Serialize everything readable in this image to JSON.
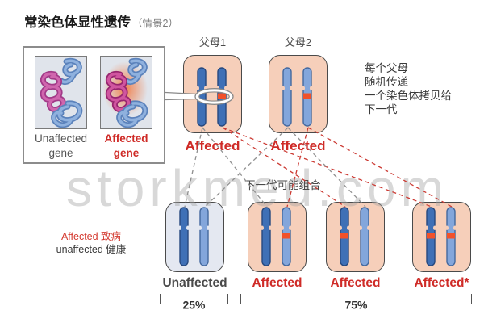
{
  "title": {
    "main": "常染色体显性遗传",
    "scenario": "（情景2）"
  },
  "watermark": "storkmed.com",
  "gene_legend": {
    "unaffected": {
      "line1": "Unaffected",
      "line2": "gene"
    },
    "affected": {
      "line1": "Affected",
      "line2": "gene"
    }
  },
  "note_right": {
    "lines": [
      "每个父母",
      "随机传递",
      "一个染色体拷贝给",
      "下一代"
    ]
  },
  "offspring_caption": "下一代可能组合",
  "side_legend": {
    "affected": "Affected 致病",
    "unaffected": "unaffected 健康"
  },
  "parents": [
    {
      "name": "父母1",
      "status": "Affected",
      "affected": true,
      "chromosomes": [
        {
          "shade": "dark",
          "band": false
        },
        {
          "shade": "dark",
          "band": true
        }
      ]
    },
    {
      "name": "父母2",
      "status": "Affected",
      "affected": true,
      "chromosomes": [
        {
          "shade": "light",
          "band": false
        },
        {
          "shade": "light",
          "band": true
        }
      ]
    }
  ],
  "children": [
    {
      "status": "Unaffected",
      "affected": false,
      "chromosomes": [
        {
          "shade": "dark",
          "band": false
        },
        {
          "shade": "light",
          "band": false
        }
      ]
    },
    {
      "status": "Affected",
      "affected": true,
      "chromosomes": [
        {
          "shade": "dark",
          "band": false
        },
        {
          "shade": "light",
          "band": true
        }
      ]
    },
    {
      "status": "Affected",
      "affected": true,
      "chromosomes": [
        {
          "shade": "dark",
          "band": true
        },
        {
          "shade": "light",
          "band": false
        }
      ]
    },
    {
      "status": "Affected*",
      "affected": true,
      "chromosomes": [
        {
          "shade": "dark",
          "band": true
        },
        {
          "shade": "light",
          "band": true
        }
      ]
    }
  ],
  "probabilities": [
    {
      "label": "25%",
      "covers": "unaffected child"
    },
    {
      "label": "75%",
      "covers": "affected children"
    }
  ],
  "inheritance_lines": [
    {
      "from": [
        0,
        0
      ],
      "to": [
        0,
        0
      ],
      "type": "normal"
    },
    {
      "from": [
        0,
        0
      ],
      "to": [
        1,
        0
      ],
      "type": "normal"
    },
    {
      "from": [
        0,
        1
      ],
      "to": [
        2,
        0
      ],
      "type": "affected"
    },
    {
      "from": [
        0,
        1
      ],
      "to": [
        3,
        0
      ],
      "type": "affected"
    },
    {
      "from": [
        1,
        0
      ],
      "to": [
        0,
        1
      ],
      "type": "normal"
    },
    {
      "from": [
        1,
        0
      ],
      "to": [
        2,
        1
      ],
      "type": "normal"
    },
    {
      "from": [
        1,
        1
      ],
      "to": [
        1,
        1
      ],
      "type": "affected"
    },
    {
      "from": [
        1,
        1
      ],
      "to": [
        3,
        1
      ],
      "type": "affected"
    }
  ],
  "colors": {
    "parent_box_bg": "#f6cfba",
    "unaffected_box_bg": "#e4e8f1",
    "box_border": "#4a4a4a",
    "chr_dark": "#3f70b6",
    "chr_dark_border": "#27497f",
    "chr_light": "#83a6db",
    "chr_light_border": "#44699f",
    "band": "#f1512a",
    "affected_text": "#cf2b27",
    "line_gray": "#909090",
    "line_red": "#cc3a33"
  }
}
